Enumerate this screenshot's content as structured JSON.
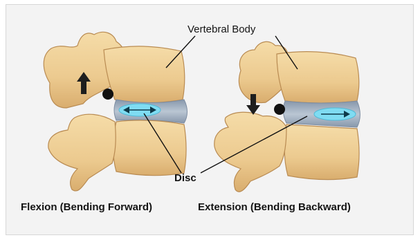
{
  "labels": {
    "vertebral_body": "Vertebral Body",
    "disc": "Disc"
  },
  "captions": {
    "flexion": "Flexion (Bending Forward)",
    "extension": "Extension (Bending Backward)"
  },
  "colors": {
    "bone": "#ecca8f",
    "bone_shade": "#c7985a",
    "disc_gray": "#a5b3c3",
    "disc_cyan": "#7fdcf2",
    "arrow_dark": "#1e1e1e",
    "background": "#f3f3f3"
  },
  "icons": [
    "up-arrow-icon",
    "down-arrow-icon",
    "double-arrow-icon",
    "left-arrow-icon",
    "right-arrow-icon"
  ]
}
